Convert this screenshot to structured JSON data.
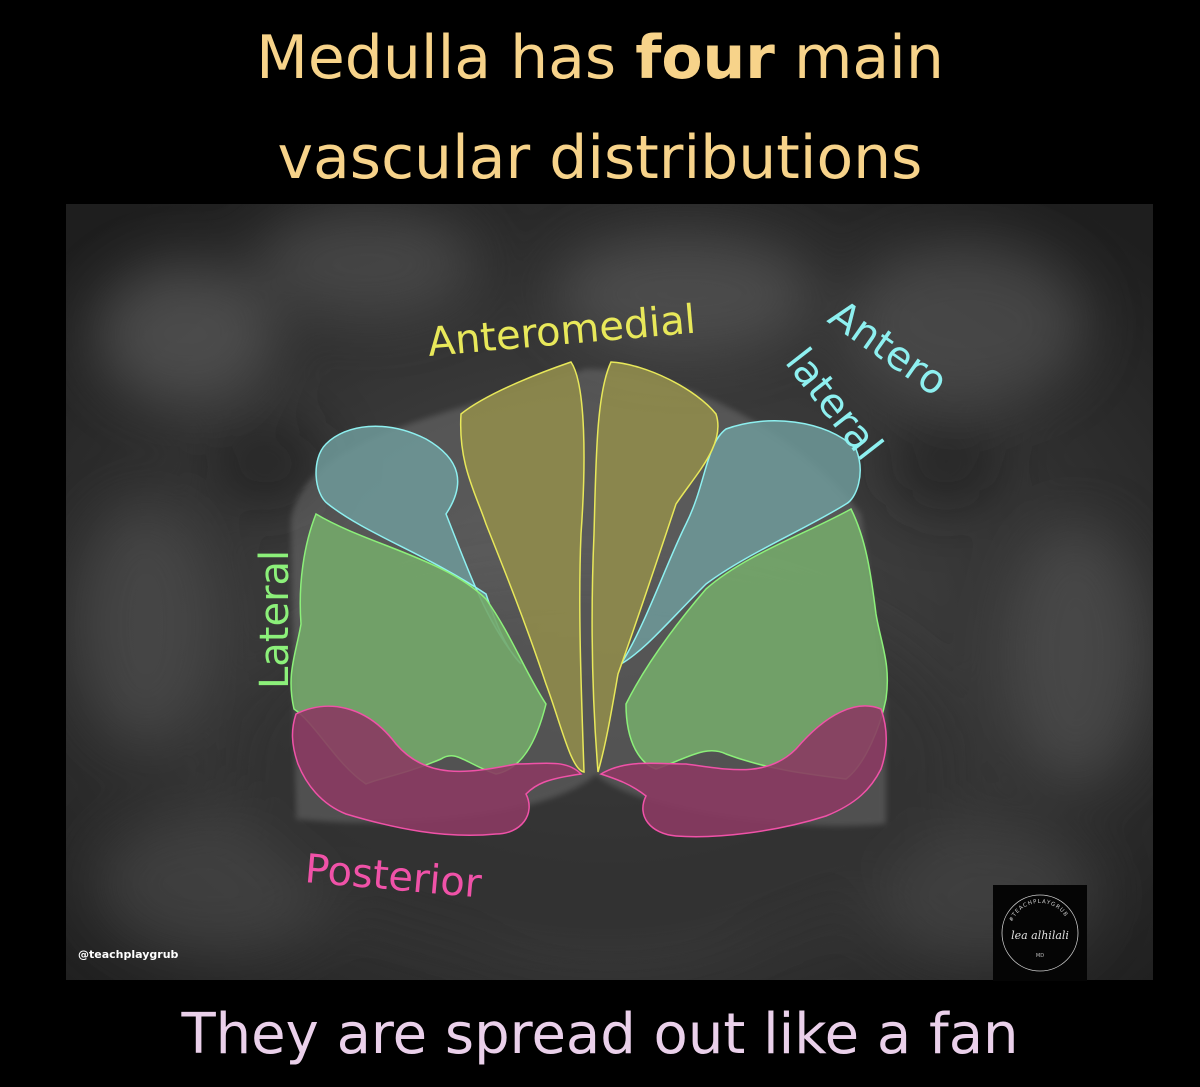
{
  "title": {
    "line1_pre": "Medulla has ",
    "line1_bold": "four",
    "line1_post": " main",
    "line2": "vascular distributions"
  },
  "regions": {
    "anteromedial": "Anteromedial",
    "anterolateral_1": "Antero",
    "anterolateral_2": "lateral",
    "lateral": "Lateral",
    "posterior": "Posterior"
  },
  "colors": {
    "title": "#f7d38a",
    "caption": "#ead0ea",
    "anteromedial": "#e8e85a",
    "anterolateral": "#8ef0f0",
    "lateral": "#8cf07a",
    "posterior": "#f052a8"
  },
  "handle": "@teachplaygrub",
  "logo": {
    "arc": "#TEACHPLAYGRUB",
    "signature": "lea alhilali",
    "suffix": "MD"
  },
  "caption": "They are spread out like a fan"
}
